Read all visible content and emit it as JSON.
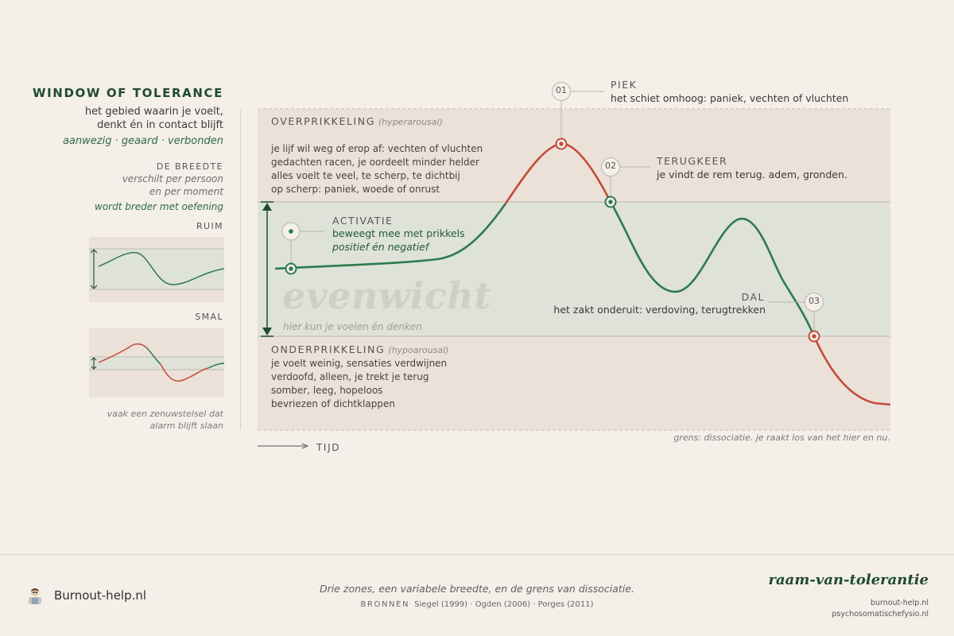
{
  "sidebar": {
    "title": "WINDOW OF TOLERANCE",
    "subtitle_line1": "het gebied waarin je voelt,",
    "subtitle_line2": "denkt én in contact blijft",
    "tags": "aanwezig · geaard · verbonden",
    "breedte_heading": "DE BREEDTE",
    "breedte_line1": "verschilt per persoon",
    "breedte_line2": "en per moment",
    "breedte_tip": "wordt breder met oefening",
    "ruim_label": "RUIM",
    "smal_label": "SMAL",
    "footnote_line1": "vaak een zenuwstelsel dat",
    "footnote_line2": "alarm blijft slaan"
  },
  "zones": {
    "over": {
      "label": "OVERPRIKKELING",
      "term": "(hyperarousal)",
      "lines": [
        "je lijf wil weg of erop af: vechten of vluchten",
        "gedachten racen, je oordeelt minder helder",
        "alles voelt te veel, te scherp, te dichtbij",
        "op scherp: paniek, woede of onrust"
      ]
    },
    "middle": {
      "watermark": "evenwicht",
      "caption": "hier kun je voelen én denken"
    },
    "onder": {
      "label": "ONDERPRIKKELING",
      "term": "(hypoarousal)",
      "lines": [
        "je voelt weinig, sensaties verdwijnen",
        "verdoofd, alleen, je trekt je terug",
        "somber, leeg, hopeloos",
        "bevriezen of dichtklappen"
      ]
    }
  },
  "callouts": {
    "activatie": {
      "heading": "ACTIVATIE",
      "line1": "beweegt mee met prikkels",
      "line2": "positief én negatief"
    },
    "piek": {
      "number": "01",
      "heading": "PIEK",
      "text": "het schiet omhoog: paniek, vechten of vluchten"
    },
    "terugkeer": {
      "number": "02",
      "heading": "TERUGKEER",
      "text": "je vindt de rem terug. adem, gronden."
    },
    "dal": {
      "number": "03",
      "heading": "DAL",
      "text": "het zakt onderuit: verdoving, terugtrekken"
    }
  },
  "grens_note": "grens: dissociatie. je raakt los van het hier en nu.",
  "axis_label": "TIJD",
  "footer": {
    "brand": "Burnout-help.nl",
    "tagline": "Drie zones, een variabele breedte, en de grens van dissociatie.",
    "sources_label": "BRONNEN",
    "sources": "Siegel (1999) · Ogden (2006) · Porges (2011)",
    "slug": "raam-van-tolerantie",
    "url1": "burnout-help.nl",
    "url2": "psychosomatischefysio.nl"
  },
  "colors": {
    "background": "#f4efe8",
    "zone_out": "#ebe1d9",
    "zone_window": "#dee2d8",
    "green": "#2e7a4e",
    "red": "#c44a37",
    "dark_green": "#1f4a32"
  },
  "icons": {
    "marker": "circle-dot-icon",
    "axis": "arrow-right-icon",
    "avatar": "person-avatar-icon"
  }
}
